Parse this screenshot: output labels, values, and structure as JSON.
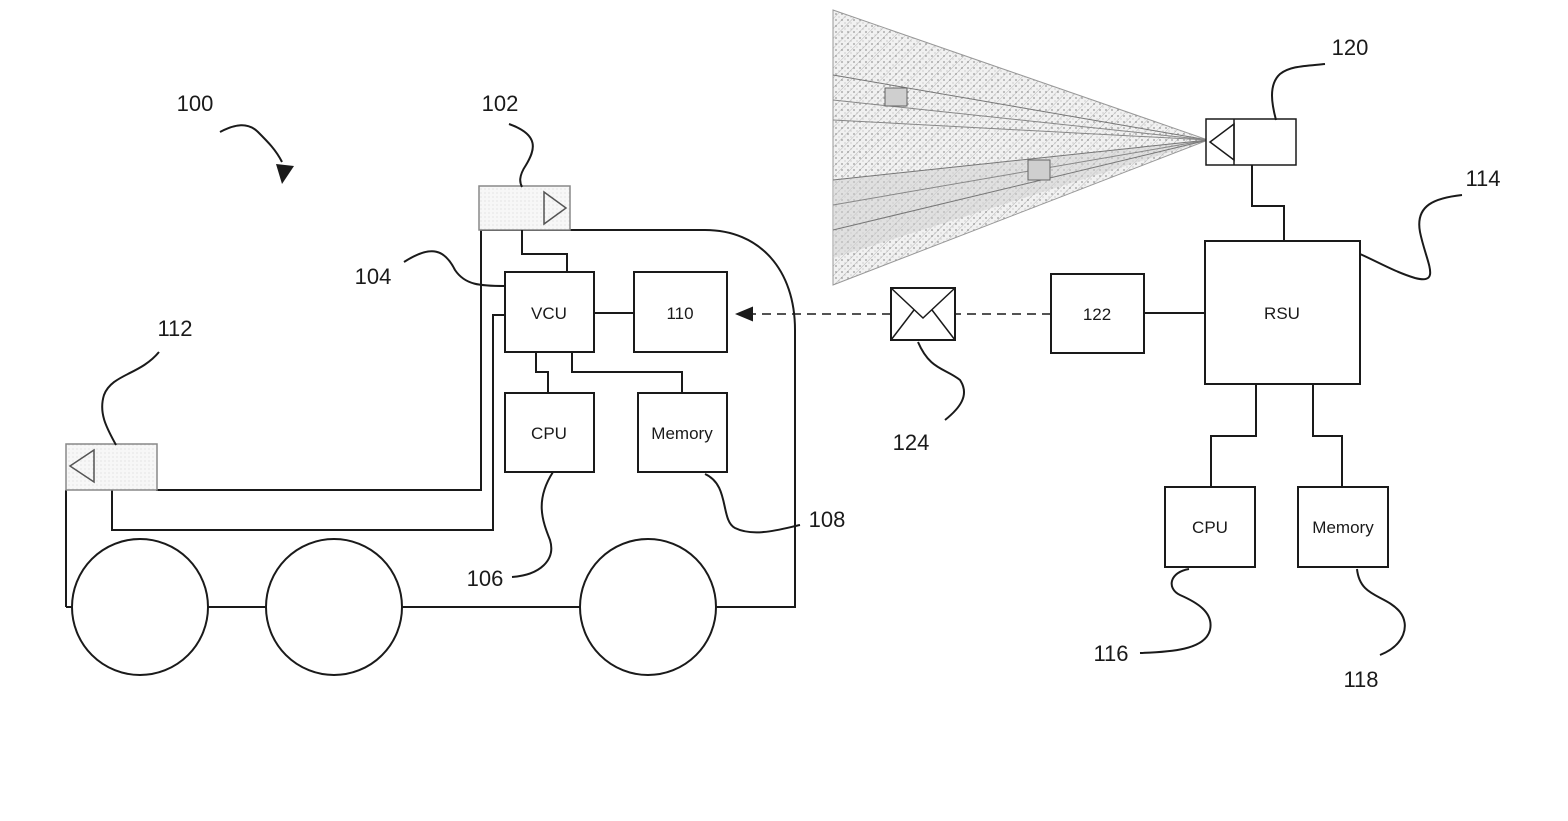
{
  "reference_numerals": {
    "system": "100",
    "vehicle_sensor": "102",
    "vcu_ref": "104",
    "vehicle_cpu_ref": "106",
    "vehicle_memory_ref": "108",
    "block_110": "110",
    "rear_sensor": "112",
    "rsu_ref": "114",
    "rsu_cpu_ref": "116",
    "rsu_memory_ref": "118",
    "rsu_sensor": "120",
    "block_122": "122",
    "message_ref": "124"
  },
  "vehicle_blocks": {
    "vcu": "VCU",
    "unit_110": "110",
    "cpu": "CPU",
    "memory": "Memory"
  },
  "roadside_blocks": {
    "rsu": "RSU",
    "unit_122": "122",
    "cpu": "CPU",
    "memory": "Memory"
  },
  "icons": {
    "message": "envelope-icon",
    "sensor_emitter": "triangle-emitter-icon"
  },
  "colors": {
    "line": "#1a1a1a",
    "sensor_fill": "#f2f2f2",
    "fov_fill": "#e4e4e4"
  }
}
